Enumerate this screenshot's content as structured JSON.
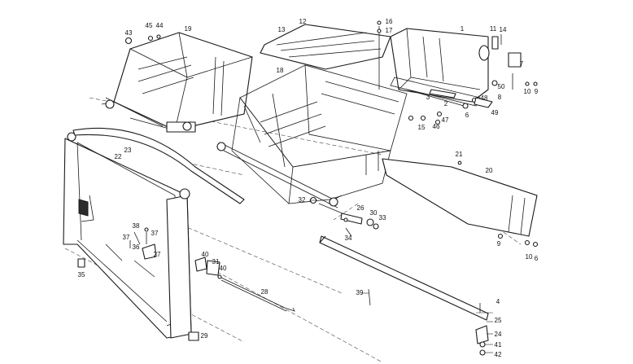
{
  "callouts": [
    {
      "id": "1",
      "label": "1"
    },
    {
      "id": "2",
      "label": "2"
    },
    {
      "id": "3",
      "label": "3"
    },
    {
      "id": "4",
      "label": "4"
    },
    {
      "id": "6a",
      "label": "6"
    },
    {
      "id": "6b",
      "label": "6"
    },
    {
      "id": "7",
      "label": "7"
    },
    {
      "id": "8",
      "label": "8"
    },
    {
      "id": "9a",
      "label": "9"
    },
    {
      "id": "9b",
      "label": "9"
    },
    {
      "id": "10a",
      "label": "10"
    },
    {
      "id": "10b",
      "label": "10"
    },
    {
      "id": "11",
      "label": "11"
    },
    {
      "id": "12",
      "label": "12"
    },
    {
      "id": "13",
      "label": "13"
    },
    {
      "id": "14",
      "label": "14"
    },
    {
      "id": "15",
      "label": "15"
    },
    {
      "id": "16",
      "label": "16"
    },
    {
      "id": "17",
      "label": "17"
    },
    {
      "id": "18",
      "label": "18"
    },
    {
      "id": "19",
      "label": "19"
    },
    {
      "id": "20",
      "label": "20"
    },
    {
      "id": "21",
      "label": "21"
    },
    {
      "id": "22",
      "label": "22"
    },
    {
      "id": "23",
      "label": "23"
    },
    {
      "id": "24",
      "label": "24"
    },
    {
      "id": "25",
      "label": "25"
    },
    {
      "id": "26",
      "label": "26"
    },
    {
      "id": "27",
      "label": "27"
    },
    {
      "id": "28",
      "label": "28"
    },
    {
      "id": "29",
      "label": "29"
    },
    {
      "id": "30",
      "label": "30"
    },
    {
      "id": "31",
      "label": "31"
    },
    {
      "id": "32",
      "label": "32"
    },
    {
      "id": "33",
      "label": "33"
    },
    {
      "id": "34",
      "label": "34"
    },
    {
      "id": "35",
      "label": "35"
    },
    {
      "id": "36",
      "label": "36"
    },
    {
      "id": "37a",
      "label": "37"
    },
    {
      "id": "37b",
      "label": "37"
    },
    {
      "id": "38",
      "label": "38"
    },
    {
      "id": "39",
      "label": "39"
    },
    {
      "id": "40a",
      "label": "40"
    },
    {
      "id": "40b",
      "label": "40"
    },
    {
      "id": "41",
      "label": "41"
    },
    {
      "id": "42",
      "label": "42"
    },
    {
      "id": "43",
      "label": "43"
    },
    {
      "id": "44",
      "label": "44"
    },
    {
      "id": "45",
      "label": "45"
    },
    {
      "id": "46",
      "label": "46"
    },
    {
      "id": "47",
      "label": "47"
    },
    {
      "id": "48",
      "label": "48"
    },
    {
      "id": "49",
      "label": "49"
    },
    {
      "id": "50",
      "label": "50"
    }
  ]
}
